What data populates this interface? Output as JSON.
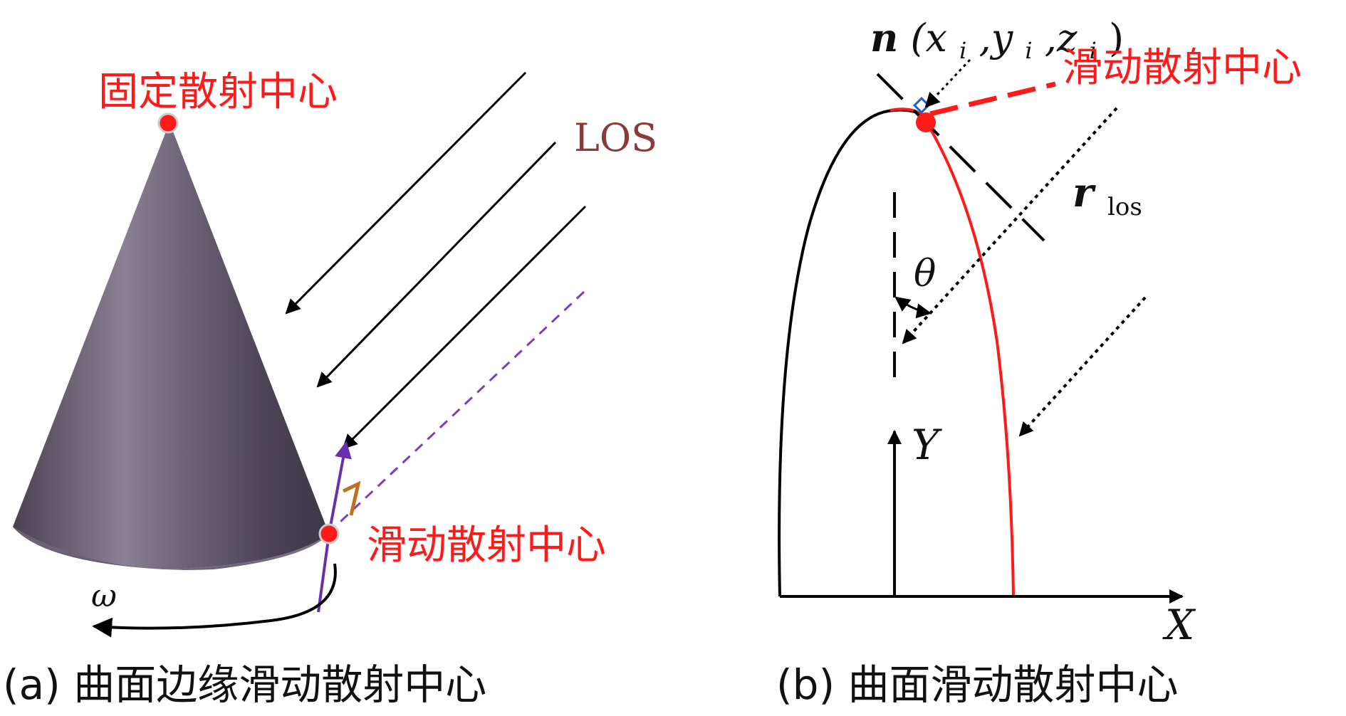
{
  "panel_a": {
    "fixed_center_label": "固定散射中心",
    "los_label": "LOS",
    "sliding_center_label": "滑动散射中心",
    "omega_label": "ω",
    "caption": "(a) 曲面边缘滑动散射中心"
  },
  "panel_b": {
    "normal_label_n": "n",
    "normal_label_args": "(x",
    "normal_label_i1": "i",
    "normal_label_y": ",y",
    "normal_label_i2": "i",
    "normal_label_z": ",z",
    "normal_label_i3": "i",
    "normal_label_close": ")",
    "sliding_center_label": "滑动散射中心",
    "r_label": "r",
    "r_subscript": "los",
    "theta_label": "θ",
    "y_axis_label": "Y",
    "x_axis_label": "X",
    "caption": "(b) 曲面滑动散射中心"
  },
  "colors": {
    "highlight": "#ff1a1a",
    "los_text": "#8b3a3a",
    "cone_body": "#5e5468",
    "tangent_line": "#6a2fb0",
    "dashed_los": "#7a3fc0",
    "angle_mark": "#c07020",
    "normal_marker": "#1f5fd0"
  }
}
